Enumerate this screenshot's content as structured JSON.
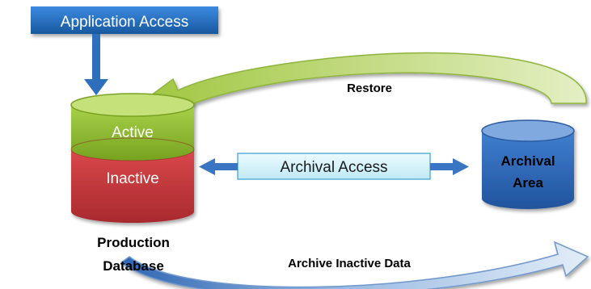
{
  "boxes": {
    "application_access": "Application Access",
    "archival_access": "Archival Access"
  },
  "production_db": {
    "active_label": "Active",
    "inactive_label": "Inactive",
    "caption_line1": "Production",
    "caption_line2": "Database"
  },
  "archival_area": {
    "line1": "Archival",
    "line2": "Area"
  },
  "arrows": {
    "restore_label": "Restore",
    "archive_label": "Archive Inactive Data"
  },
  "colors": {
    "app_box": "#1e6dbf",
    "archival_box_fill": "#d7f4fb",
    "archival_box_stroke": "#5ab0d9",
    "active_green": "#8fbd2e",
    "inactive_red": "#c0363a",
    "archival_blue": "#2f66b3",
    "arrow_blue": "#3a75c4",
    "restore_green": "#c7dc8a",
    "archive_blue_light": "#c5d8ef"
  }
}
